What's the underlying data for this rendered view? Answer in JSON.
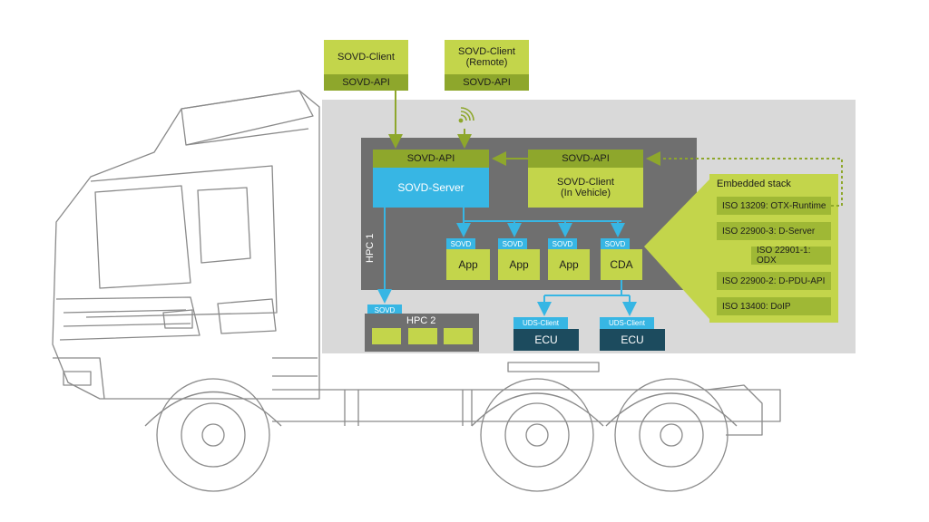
{
  "clients": {
    "local": {
      "title": "SOVD-Client",
      "api": "SOVD-API"
    },
    "remote": {
      "title_line1": "SOVD-Client",
      "title_line2": "(Remote)",
      "api": "SOVD-API"
    }
  },
  "hpc1": {
    "label": "HPC 1",
    "server_api": "SOVD-API",
    "server": "SOVD-Server",
    "vehicle_client_api": "SOVD-API",
    "vehicle_client_line1": "SOVD-Client",
    "vehicle_client_line2": "(In Vehicle)",
    "apps": [
      {
        "tag": "SOVD",
        "label": "App"
      },
      {
        "tag": "SOVD",
        "label": "App"
      },
      {
        "tag": "SOVD",
        "label": "App"
      },
      {
        "tag": "SOVD",
        "label": "CDA"
      }
    ]
  },
  "hpc2": {
    "tag": "SOVD",
    "label": "HPC 2"
  },
  "ecus": [
    {
      "tag": "UDS-Client",
      "label": "ECU"
    },
    {
      "tag": "UDS-Client",
      "label": "ECU"
    }
  ],
  "embedded_stack": {
    "title": "Embedded stack",
    "rows": [
      "ISO 13209: OTX-Runtime",
      "ISO 22900-3: D-Server",
      "ISO 22901-1: ODX",
      "ISO 22900-2: D-PDU-API",
      "ISO 13400: DoIP"
    ]
  },
  "colors": {
    "light_green": "#c3d54b",
    "dark_green": "#8ea72c",
    "blue": "#37b6e4",
    "navy": "#1c4b5e",
    "grey_panel": "#d9d9d9",
    "dark_panel": "#6f6f6f"
  },
  "icons": {
    "remote_link": "wifi-icon"
  }
}
